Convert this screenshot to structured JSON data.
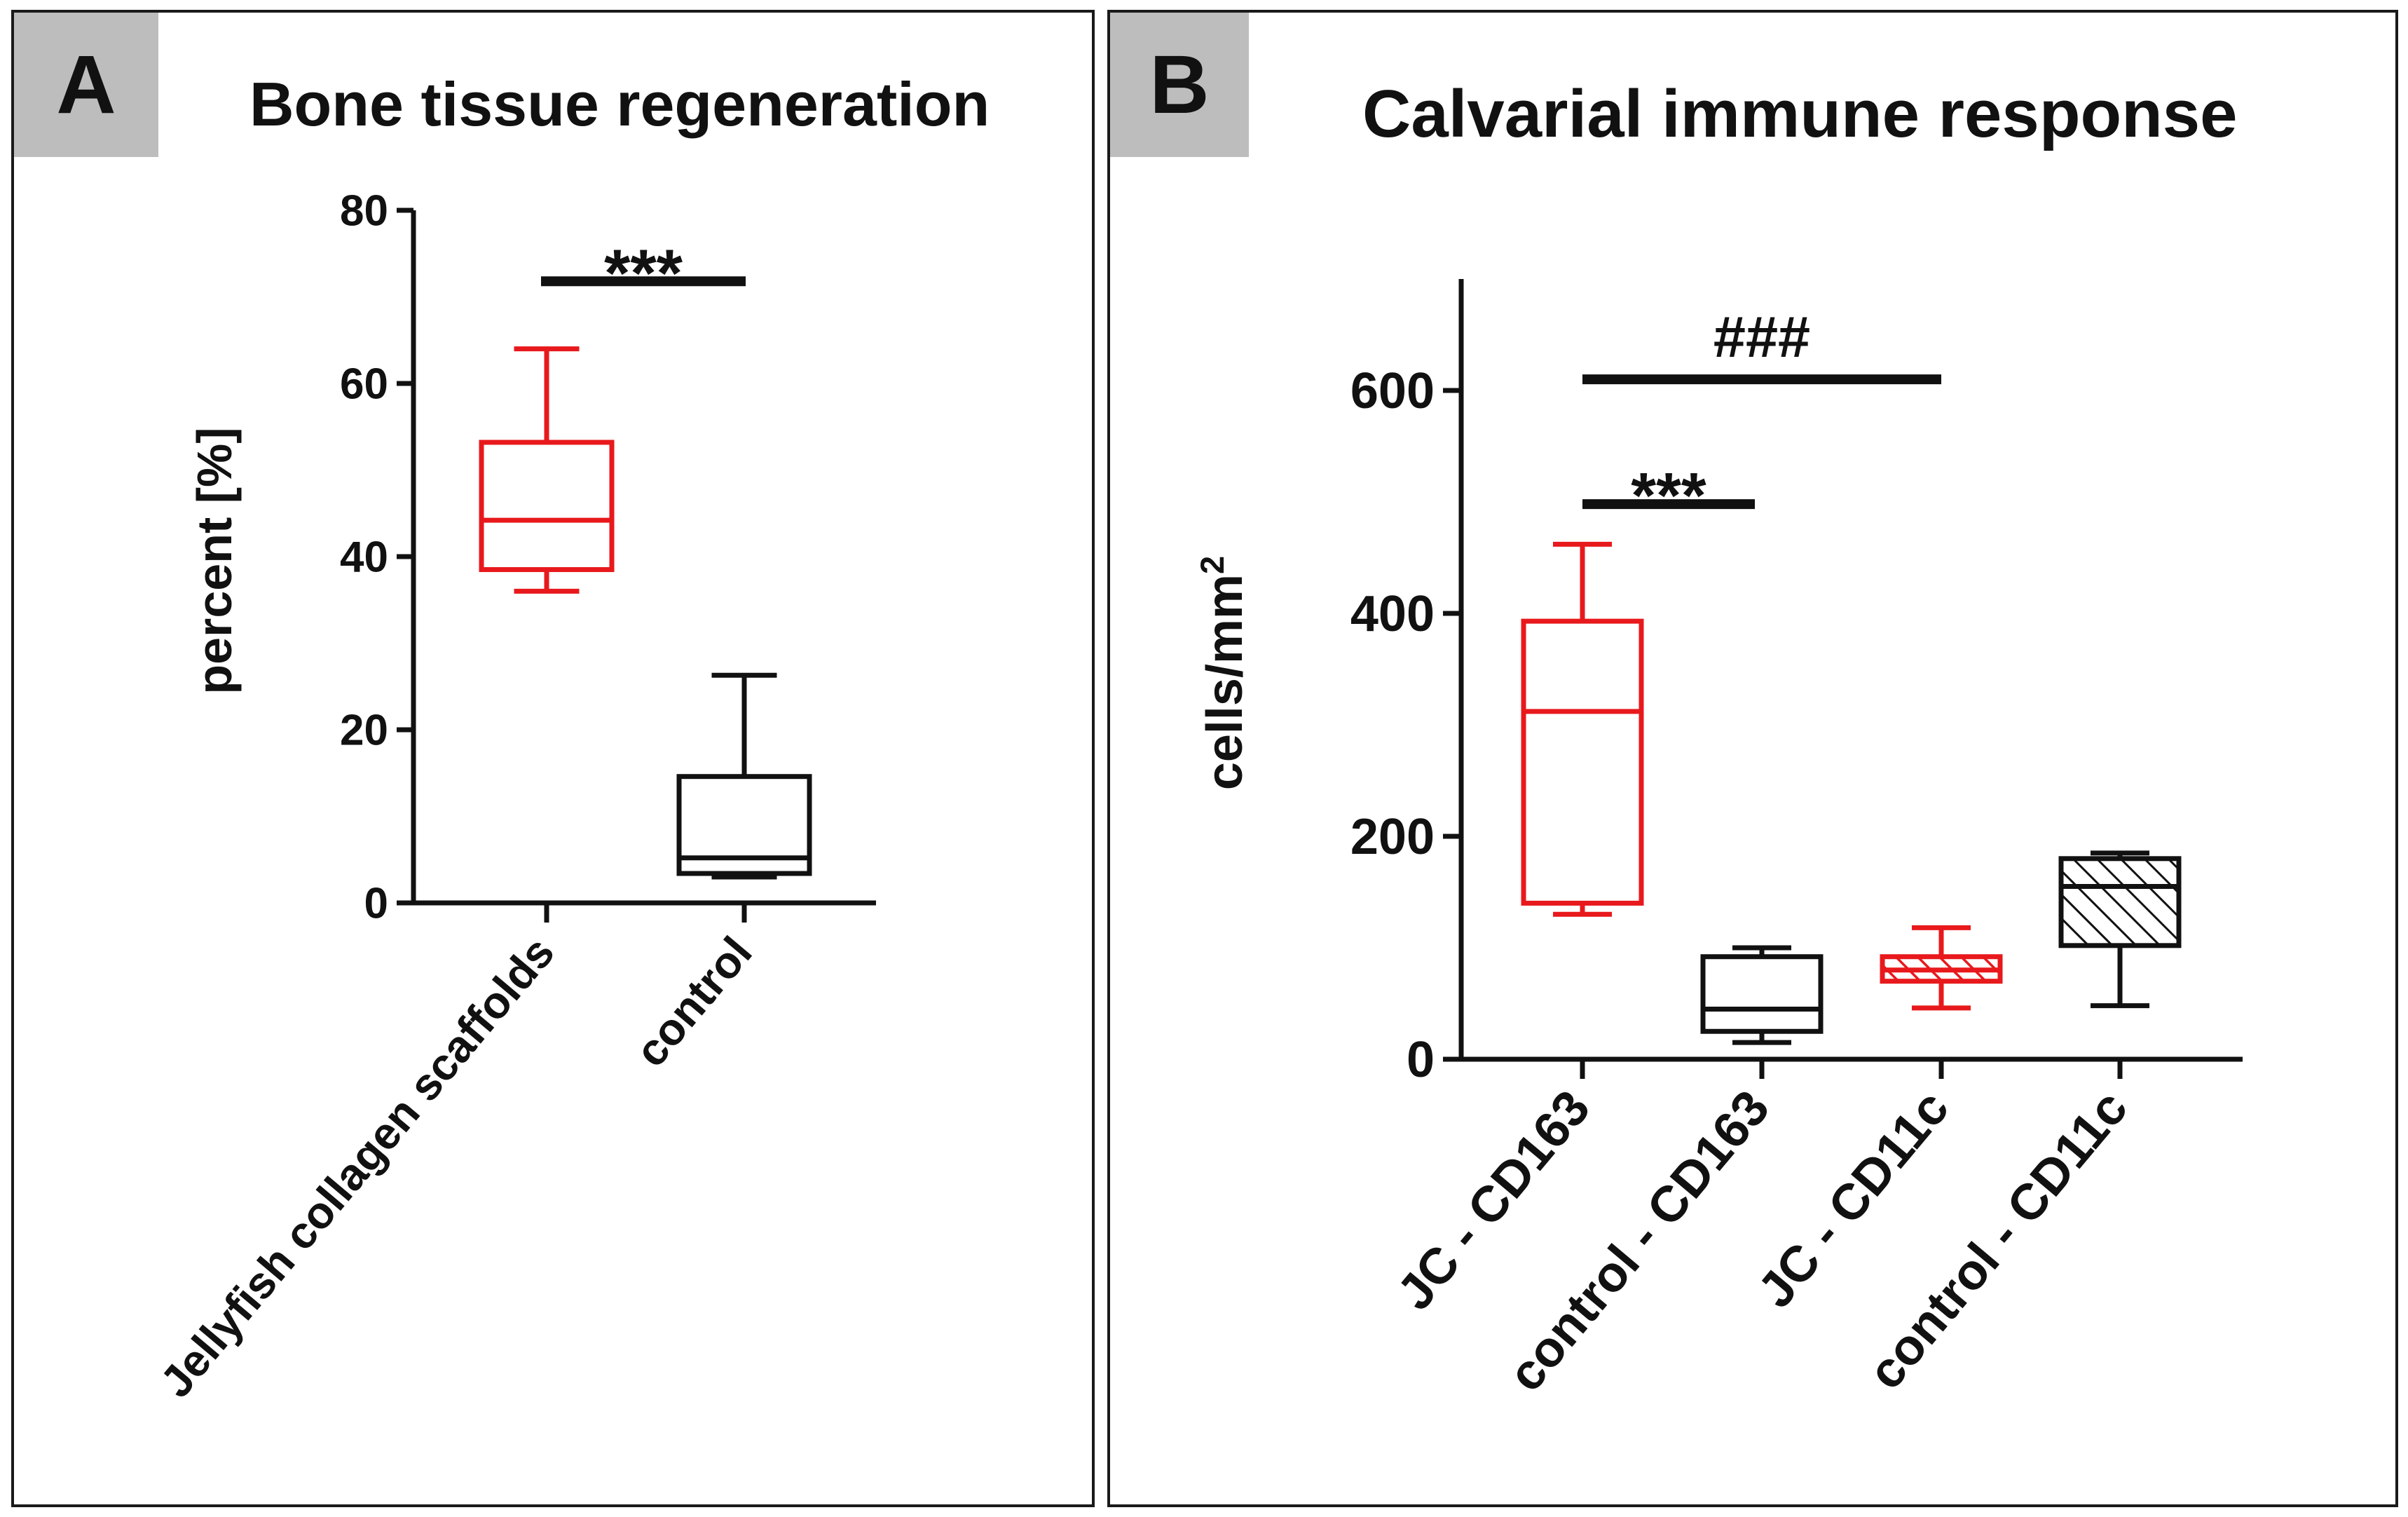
{
  "chart_data": [
    {
      "panel_label": "A",
      "type": "box",
      "title": "Bone tissue regeneration",
      "xlabel": "",
      "ylabel": "percent [%]",
      "ylim": [
        0,
        80
      ],
      "yticks": [
        0,
        20,
        40,
        60,
        80
      ],
      "categories": [
        "Jellyfish collagen scaffolds",
        "control"
      ],
      "boxes": [
        {
          "category": "Jellyfish collagen scaffolds",
          "min": 36,
          "q1": 38.5,
          "median": 44.2,
          "q3": 53.2,
          "max": 64,
          "color": "#e8191c",
          "hatched": false
        },
        {
          "category": "control",
          "min": 3,
          "q1": 3.4,
          "median": 5.2,
          "q3": 14.6,
          "max": 26.3,
          "color": "#111111",
          "hatched": false
        }
      ],
      "significance": [
        {
          "label": "***",
          "from": 0,
          "to": 1,
          "y": 71.8
        }
      ]
    },
    {
      "panel_label": "B",
      "type": "box",
      "title": "Calvarial immune response",
      "xlabel": "",
      "ylabel": "cells/mm",
      "ylabel_sup": "2",
      "ylim": [
        0,
        700
      ],
      "yticks": [
        0,
        200,
        400,
        600
      ],
      "categories": [
        "JC - CD163",
        "control - CD163",
        "JC - CD11c",
        "control - CD11c"
      ],
      "boxes": [
        {
          "category": "JC - CD163",
          "min": 130,
          "q1": 140,
          "median": 312,
          "q3": 393,
          "max": 462,
          "color": "#e8191c",
          "hatched": false
        },
        {
          "category": "control - CD163",
          "min": 15,
          "q1": 25,
          "median": 45,
          "q3": 92,
          "max": 100,
          "color": "#111111",
          "hatched": false
        },
        {
          "category": "JC - CD11c",
          "min": 46,
          "q1": 70,
          "median": 80,
          "q3": 92,
          "max": 118,
          "color": "#e8191c",
          "hatched": true
        },
        {
          "category": "control - CD11c",
          "min": 48,
          "q1": 102,
          "median": 155,
          "q3": 180,
          "max": 185,
          "color": "#111111",
          "hatched": true
        }
      ],
      "significance": [
        {
          "label": "###",
          "from": 0,
          "to": 2,
          "y": 610
        },
        {
          "label": "***",
          "from": 0,
          "to": 1,
          "y": 498
        }
      ]
    }
  ]
}
